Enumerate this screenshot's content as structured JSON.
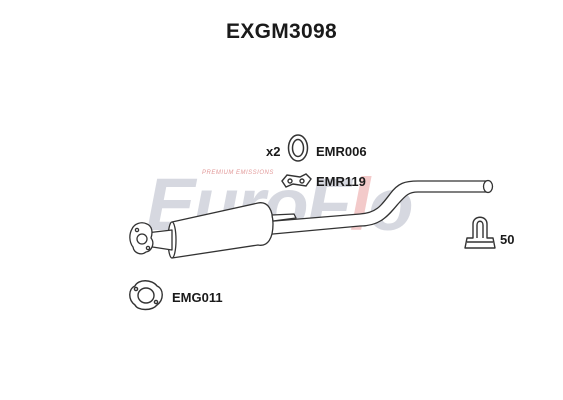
{
  "title": "EXGM3098",
  "watermark": {
    "brand_main": "EuroF",
    "brand_accent": "l",
    "brand_end": "o",
    "tagline": "PREMIUM EMISSIONS",
    "colors": {
      "text": "#c9ccd6",
      "accent": "#f0b9b9"
    }
  },
  "parts": [
    {
      "id": "gasket",
      "qty": "x2",
      "code": "EMR006",
      "icon": "gasket-ring-icon"
    },
    {
      "id": "rubber",
      "code": "EMR119",
      "icon": "rubber-hanger-icon"
    },
    {
      "id": "clamp",
      "code": "50",
      "icon": "u-clamp-icon"
    },
    {
      "id": "flange",
      "code": "EMG011",
      "icon": "flange-gasket-icon"
    }
  ],
  "main_part": {
    "icon": "exhaust-pipe-icon"
  },
  "colors": {
    "line": "#333333",
    "fill": "#ffffff"
  }
}
